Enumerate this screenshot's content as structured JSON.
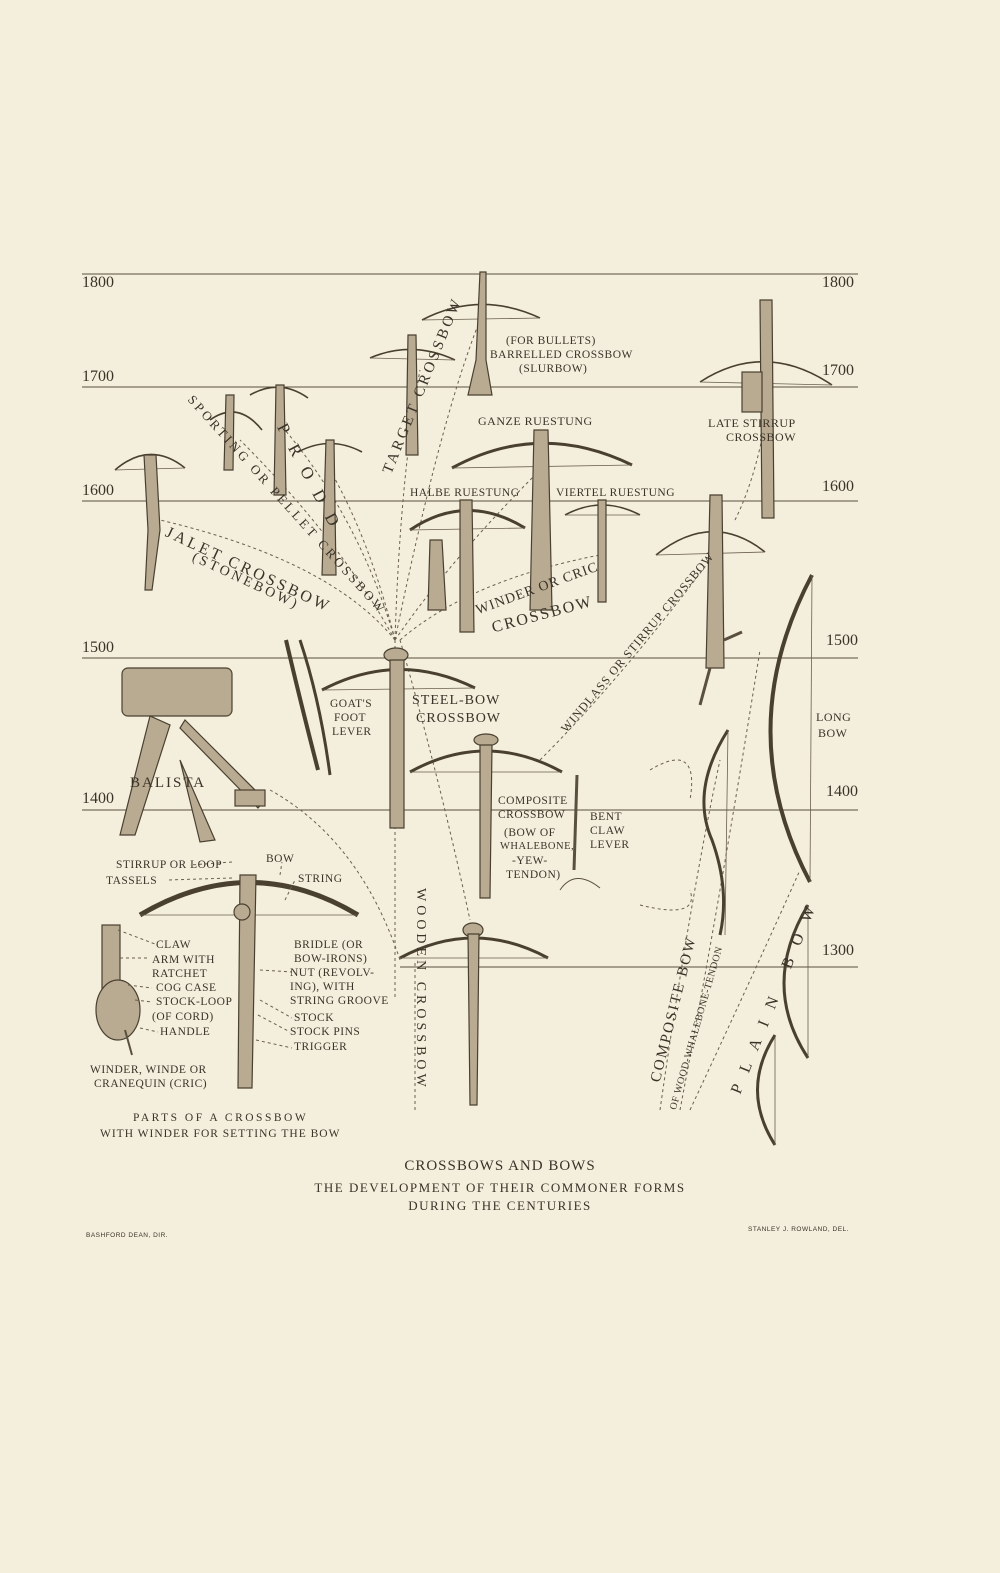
{
  "timeline": {
    "years_left": [
      "1800",
      "1700",
      "1600",
      "1500",
      "1400"
    ],
    "years_right": [
      "1800",
      "1700",
      "1600",
      "1500",
      "1400",
      "1300"
    ]
  },
  "labels": {
    "barrelled_1": "(FOR BULLETS)",
    "barrelled_2": "BARRELLED CROSSBOW",
    "barrelled_3": "(SLURBOW)",
    "target": "TARGET CROSSBOW",
    "sporting": "SPORTING OR PELLET CROSSBOW",
    "prodd": "PRODD",
    "jalet_1": "JALET CROSSBOW",
    "jalet_2": "(STONEBOW)",
    "ganze": "GANZE RUESTUNG",
    "halbe": "HALBE RUESTUNG",
    "viertel": "VIERTEL RUESTUNG",
    "winder_1": "WINDER OR CRIC",
    "winder_2": "CROSSBOW",
    "late_1": "LATE STIRRUP",
    "late_2": "CROSSBOW",
    "windlass": "WINDLASS OR STIRRUP CROSSBOW",
    "goats_1": "GOAT'S",
    "goats_2": "FOOT",
    "goats_3": "LEVER",
    "steel_1": "STEEL-BOW",
    "steel_2": "CROSSBOW",
    "long_1": "LONG",
    "long_2": "BOW",
    "balista": "BALISTA",
    "composite_cb_1": "COMPOSITE",
    "composite_cb_2": "CROSSBOW",
    "composite_cb_3": "(BOW OF",
    "composite_cb_4": "WHALEBONE,",
    "composite_cb_5": "-YEW-",
    "composite_cb_6": "TENDON)",
    "bent_1": "BENT",
    "bent_2": "CLAW",
    "bent_3": "LEVER",
    "wooden": "WOODEN CROSSBOW",
    "composite_bow_1": "COMPOSITE BOW",
    "composite_bow_2": "OF WOOD-WHALEBONE-TENDON",
    "plain_bow": "PLAIN BOW"
  },
  "parts": {
    "stirrup": "STIRRUP OR LOOP",
    "tassels": "TASSELS",
    "bow": "BOW",
    "string": "STRING",
    "claw": "CLAW",
    "arm_1": "ARM WITH",
    "arm_2": "RATCHET",
    "cog": "COG CASE",
    "stockloop": "STOCK-LOOP",
    "ofcord": "(OF CORD)",
    "handle": "HANDLE",
    "bridle_1": "BRIDLE (OR",
    "bridle_2": "BOW-IRONS)",
    "nut_1": "NUT (REVOLV-",
    "nut_2": "ING), WITH",
    "nut_3": "STRING GROOVE",
    "stock": "STOCK",
    "pins": "STOCK PINS",
    "trigger": "TRIGGER",
    "winder_1": "WINDER, WINDE OR",
    "winder_2": "CRANEQUIN (CRIC)",
    "caption_1": "PARTS OF A CROSSBOW",
    "caption_2": "WITH WINDER FOR SETTING THE BOW"
  },
  "caption": {
    "title": "CROSSBOWS AND BOWS",
    "line2": "THE DEVELOPMENT OF THEIR COMMONER FORMS",
    "line3": "DURING THE CENTURIES"
  },
  "credits": {
    "left": "BASHFORD DEAN, DIR.",
    "right": "STANLEY J. ROWLAND, DEL."
  }
}
